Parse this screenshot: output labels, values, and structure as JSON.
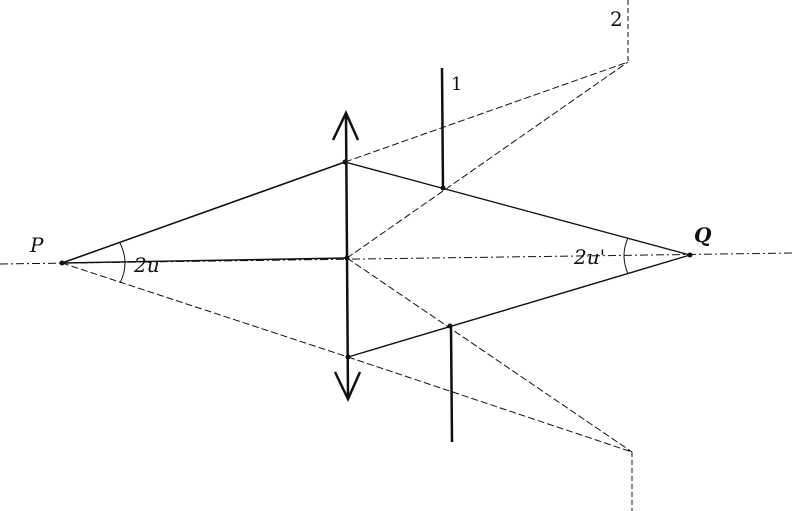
{
  "labels": {
    "object_point": "P",
    "image_point": "Q",
    "object_angle": "2u",
    "image_angle": "2u'",
    "screen_1": "1",
    "screen_2": "2"
  },
  "colors": {
    "ink": "#111111",
    "background": "#ffffff"
  }
}
